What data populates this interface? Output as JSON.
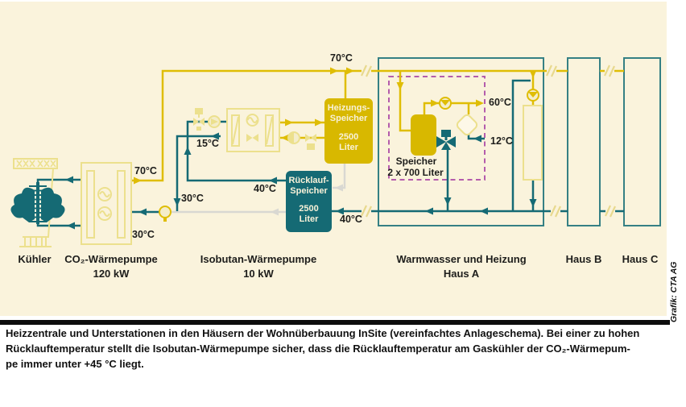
{
  "palette": {
    "background": "#faf3dc",
    "yellow": "#dfbd05",
    "yellow_dark": "#d8b800",
    "pale_yellow": "#ece08d",
    "teal": "#156a74",
    "teal_box": "#358084",
    "gray": "#d9d8d2",
    "purple": "#b45cac",
    "cream_text": "#f8f1d8"
  },
  "diagram": {
    "temps": {
      "supply_main": "70°C",
      "supply_co2": "70°C",
      "return_co2": "30°C",
      "mixed_return": "30°C",
      "evap_out": "15°C",
      "ruecklauf_out": "40°C",
      "ruecklauf_in": "40°C",
      "dhw_out": "60°C",
      "dhw_in": "12°C"
    },
    "units": {
      "kuehler": {
        "label": "Kühler"
      },
      "co2_wp": {
        "label": "CO₂-Wärmepumpe",
        "power": "120 kW"
      },
      "iso_wp": {
        "label": "Isobutan-Wärmepumpe",
        "power": "10 kW"
      },
      "haus_a": {
        "label": "Warmwasser und Heizung",
        "sublabel": "Haus A"
      },
      "haus_b": {
        "label": "Haus B"
      },
      "haus_c": {
        "label": "Haus C"
      }
    },
    "tanks": {
      "heizungs": {
        "lines": [
          "Heizungs-",
          "Speicher",
          "2500",
          "Liter"
        ]
      },
      "ruecklauf": {
        "lines": [
          "Rücklauf-",
          "Speicher",
          "2500",
          "Liter"
        ]
      },
      "dhw": {
        "label": "Speicher",
        "capacity": "2 x 700 Liter"
      }
    },
    "credit": "Grafik: CTA AG"
  },
  "caption": {
    "lines": [
      "Heizzentrale und Unterstationen in den Häusern der Wohnüberbauung InSite (vereinfachtes Anlageschema). Bei einer zu hohen",
      "Rücklauftemperatur stellt die Isobutan-Wärmepumpe sicher, dass die Rücklauftemperatur am Gaskühler der CO₂-Wärmepum-",
      "pe immer unter +45 °C liegt."
    ]
  }
}
